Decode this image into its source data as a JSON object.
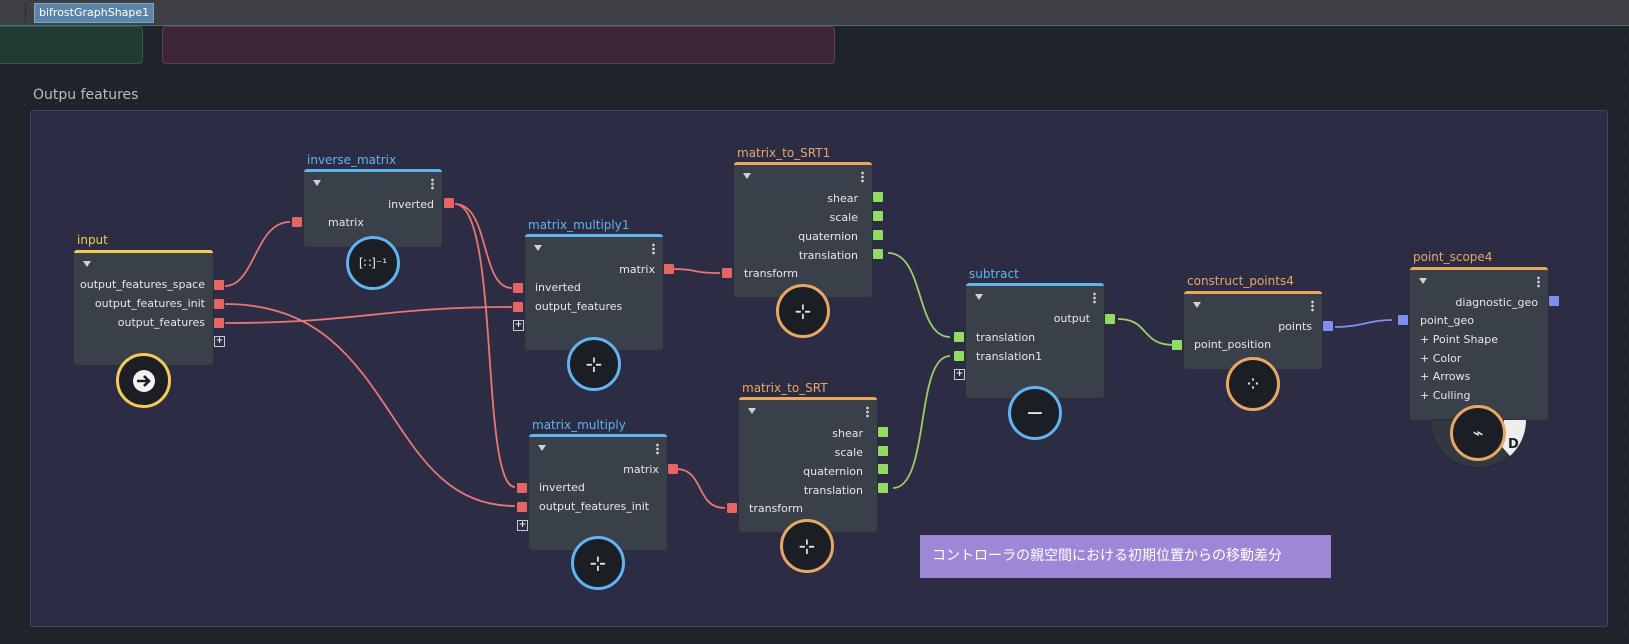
{
  "tab": {
    "label": "bifrostGraphShape1"
  },
  "group": {
    "title": "Outpu features"
  },
  "note": {
    "text": "コントローラの親空間における初期位置からの移動差分"
  },
  "colors": {
    "input": "#f2cc55",
    "blue": "#60b4f0",
    "orange": "#e8a763",
    "red_pin": "#e56464",
    "green_pin": "#93dc63",
    "purple_pin": "#7f8ff0"
  },
  "nodes": {
    "input": {
      "title": "input",
      "ports": [
        "output_features_space",
        "output_features_init",
        "output_features"
      ]
    },
    "inverse_matrix": {
      "title": "inverse_matrix",
      "out": "inverted",
      "in": "matrix"
    },
    "matrix_multiply1": {
      "title": "matrix_multiply1",
      "out": "matrix",
      "in1": "inverted",
      "in2": "output_features"
    },
    "matrix_multiply": {
      "title": "matrix_multiply",
      "out": "matrix",
      "in1": "inverted",
      "in2": "output_features_init"
    },
    "matrix_to_SRT1": {
      "title": "matrix_to_SRT1",
      "outs": [
        "shear",
        "scale",
        "quaternion",
        "translation"
      ],
      "in": "transform"
    },
    "matrix_to_SRT": {
      "title": "matrix_to_SRT",
      "outs": [
        "shear",
        "scale",
        "quaternion",
        "translation"
      ],
      "in": "transform"
    },
    "subtract": {
      "title": "subtract",
      "out": "output",
      "in1": "translation",
      "in2": "translation1"
    },
    "construct_points4": {
      "title": "construct_points4",
      "out": "points",
      "in": "point_position"
    },
    "point_scope4": {
      "title": "point_scope4",
      "out": "diagnostic_geo",
      "in": "point_geo",
      "groups": [
        "Point Shape",
        "Color",
        "Arrows",
        "Culling"
      ],
      "badge": "D"
    }
  }
}
